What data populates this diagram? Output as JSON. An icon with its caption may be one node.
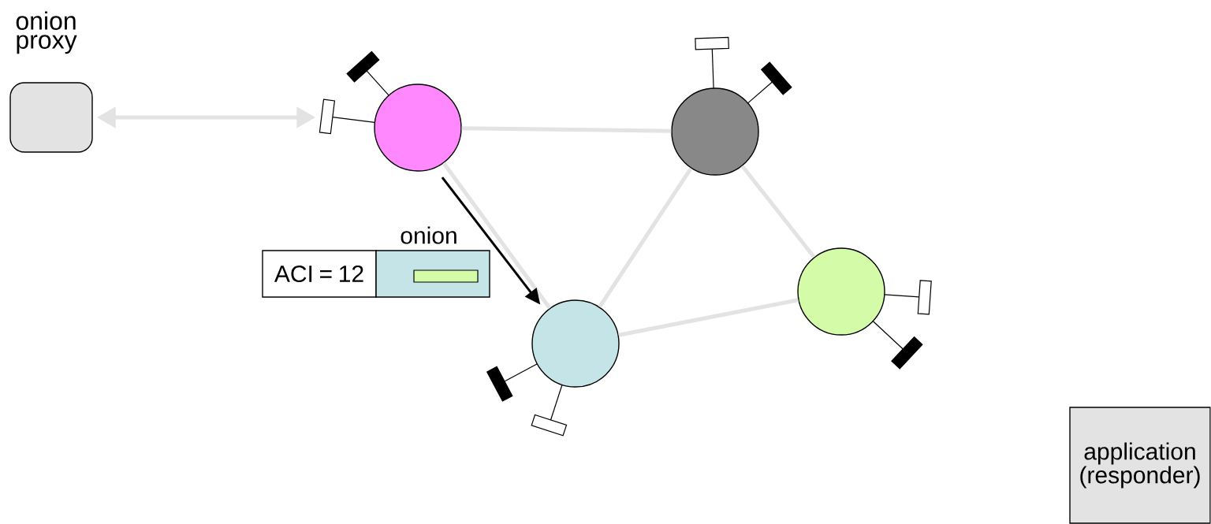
{
  "diagram": {
    "nodes": [
      {
        "text": [
          "onion proxy"
        ]
      },
      {
        "text": [],
        "shape": "circle"
      },
      {
        "text": [],
        "shape": "circle"
      },
      {
        "text": [
          "ACI = 12"
        ]
      },
      {
        "text": [
          "onion"
        ]
      },
      {
        "text": [],
        "shape": "circle"
      },
      {
        "text": [],
        "shape": "circle"
      },
      {
        "text": [
          "application (responder)"
        ]
      }
    ],
    "edges": [
      {
        "from": 0,
        "to": 1,
        "arrow": "both"
      },
      {
        "from": 1,
        "to": 2,
        "arrow": "none"
      },
      {
        "from": 1,
        "to": 6,
        "arrow": "none"
      },
      {
        "from": 2,
        "to": 6,
        "arrow": "none"
      },
      {
        "from": 2,
        "to": 5,
        "arrow": "none"
      },
      {
        "from": 6,
        "to": 5,
        "arrow": "none"
      },
      {
        "from": 1,
        "to": 6,
        "arrow": "to",
        "color": "#000000"
      }
    ]
  }
}
